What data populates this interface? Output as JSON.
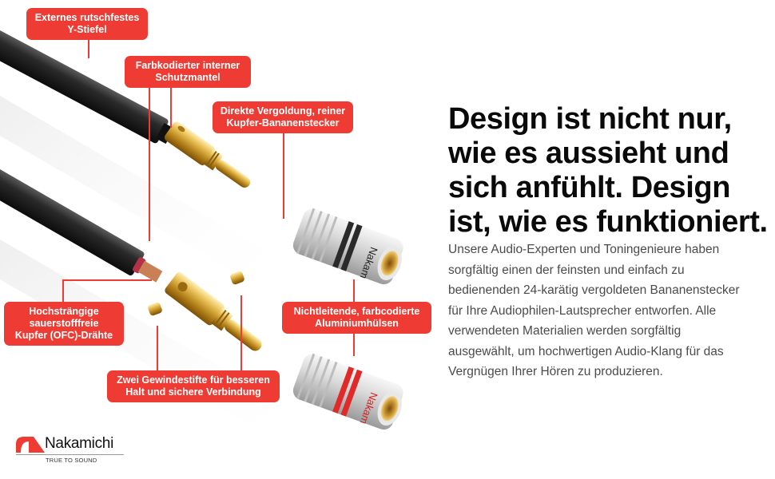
{
  "headline": {
    "lines": [
      "Design ist nicht nur,",
      "wie es aussieht und",
      "sich anfühlt. Design",
      "ist, wie es funktioniert."
    ]
  },
  "body": {
    "lines": [
      "Unsere Audio-Experten und Toningenieure haben",
      "sorgfältig einen der feinsten und einfach zu",
      "bedienenden 24-karätig vergoldeten Bananenstecker",
      "für Ihre Audiophilen-Lautsprecher entworfen. Alle",
      "verwendeten Materialien werden sorgfältig",
      "ausgewählt, um hochwertigen Audio-Klang für das",
      "Vergnügen Ihrer Hören zu produzieren."
    ]
  },
  "callouts": [
    {
      "id": "y-boot",
      "lines": [
        "Externes rutschfestes",
        "Y-Stiefel"
      ]
    },
    {
      "id": "inner-jacket",
      "lines": [
        "Farbkodierter interner",
        "Schutzmantel"
      ]
    },
    {
      "id": "gold-plating",
      "lines": [
        "Direkte Vergoldung, reiner",
        "Kupfer-Bananenstecker"
      ]
    },
    {
      "id": "ofc-wires",
      "lines": [
        "Hochsträngige",
        "sauerstofffreie",
        "Kupfer (OFC)-Drähte"
      ]
    },
    {
      "id": "aluminium-sleeves",
      "lines": [
        "Nichtleitende, farbcodierte",
        "Aluminiumhülsen"
      ]
    },
    {
      "id": "set-screws",
      "lines": [
        "Zwei Gewindestifte für besseren",
        "Halt und sichere Verbindung"
      ]
    }
  ],
  "sleeves": {
    "brand_mark": "Nakam",
    "top_ring_color": "#2a2a2a",
    "bottom_ring_color": "#e02a2a"
  },
  "logo": {
    "name": "Nakamichi",
    "tagline": "TRUE TO SOUND"
  },
  "colors": {
    "accent": "#ee3b33",
    "headline": "#0a0a0a",
    "body": "#4b4b4b",
    "gold": "#d9a93a",
    "cable": "#1c1c1c"
  }
}
